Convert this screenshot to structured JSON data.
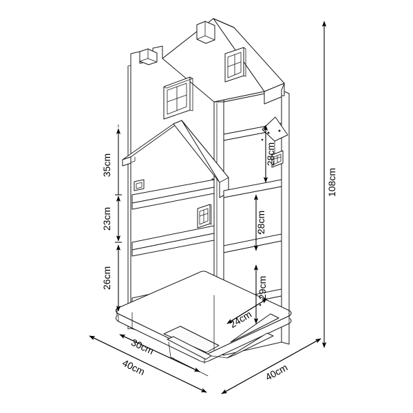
{
  "drawing": {
    "title": "Rotating Dollhouse Bookshelf",
    "subject": "house-shaped rotating bookcase",
    "unit": "cm",
    "line_color": "#1a1a1a",
    "background_color": "#ffffff",
    "projection": "isometric"
  },
  "dimensions": {
    "overall_height": "108cm",
    "base_width_left": "40cm",
    "base_width_right": "40cm",
    "base_depth": "30cm",
    "shelf_depth_right": "24cm",
    "left_compartments": [
      {
        "label": "35cm",
        "value": 35,
        "position": "top"
      },
      {
        "label": "23cm",
        "value": 23,
        "position": "middle"
      },
      {
        "label": "26cm",
        "value": 26,
        "position": "bottom"
      }
    ],
    "right_compartments": [
      {
        "label": "28cm",
        "value": 28,
        "position": "top"
      },
      {
        "label": "28cm",
        "value": 28,
        "position": "middle"
      },
      {
        "label": "29cm",
        "value": 29,
        "position": "bottom"
      }
    ]
  },
  "labels": {
    "h35": "35cm",
    "h23": "23cm",
    "h26": "26cm",
    "r28a": "28cm",
    "r28b": "28cm",
    "r29": "29cm",
    "d24": "24cm",
    "w30": "30cm",
    "w40_left": "40cm",
    "w40_right": "40cm",
    "total_108": "108cm"
  },
  "features": {
    "chimneys": 2,
    "windows": [
      {
        "name": "front-gable-window",
        "panes": 4
      },
      {
        "name": "rear-gable-window",
        "panes": 4
      },
      {
        "name": "divider-window",
        "panes": 4
      }
    ],
    "roof": "pitched gable roof",
    "inner_roof": "small pitched canopy over front shelf",
    "base": "rounded rectangular rotating base",
    "shelf_count_front": 3,
    "shelf_count_side": 3
  }
}
